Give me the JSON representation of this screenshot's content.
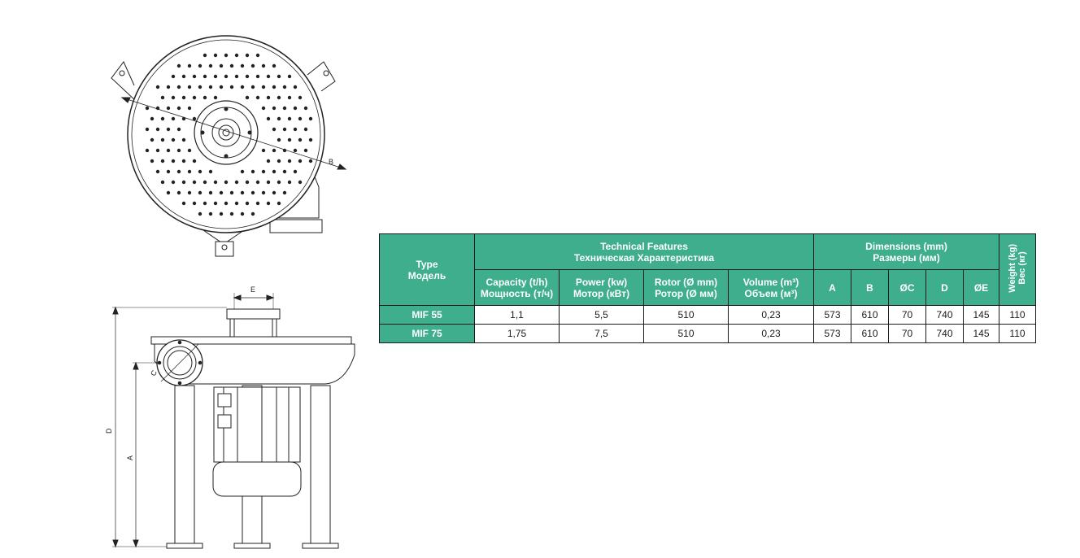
{
  "drawing": {
    "dim_labels": {
      "a": "A",
      "b": "B",
      "c": "C",
      "d": "D",
      "e": "E"
    }
  },
  "table": {
    "type_header": {
      "en": "Type",
      "ru": "Модель"
    },
    "tech_header": {
      "en": "Technical Features",
      "ru": "Техническая Характеристика"
    },
    "dim_header": {
      "en": "Dimensions (mm)",
      "ru": "Размеры (мм)"
    },
    "weight_header": {
      "en": "Weight (kg)",
      "ru": "Вес (кг)"
    },
    "tech_columns": [
      {
        "en": "Capacity (t/h)",
        "ru": "Мощность (т/ч)"
      },
      {
        "en": "Power (kw)",
        "ru": "Мотор (кВт)"
      },
      {
        "en": "Rotor (Ø mm)",
        "ru": "Ротор (Ø мм)"
      },
      {
        "en": "Volume (m³)",
        "ru": "Объем (м³)"
      }
    ],
    "dim_columns": [
      "A",
      "B",
      "ØC",
      "D",
      "ØE"
    ],
    "rows": [
      {
        "model": "MIF 55",
        "capacity": "1,1",
        "power": "5,5",
        "rotor": "510",
        "volume": "0,23",
        "a": "573",
        "b": "610",
        "c": "70",
        "d": "740",
        "e": "145",
        "weight": "110"
      },
      {
        "model": "MIF 75",
        "capacity": "1,75",
        "power": "7,5",
        "rotor": "510",
        "volume": "0,23",
        "a": "573",
        "b": "610",
        "c": "70",
        "d": "740",
        "e": "145",
        "weight": "110"
      }
    ],
    "colors": {
      "header_bg": "#3fae8c",
      "header_text": "#ffffff",
      "border": "#1a1a1a"
    }
  }
}
